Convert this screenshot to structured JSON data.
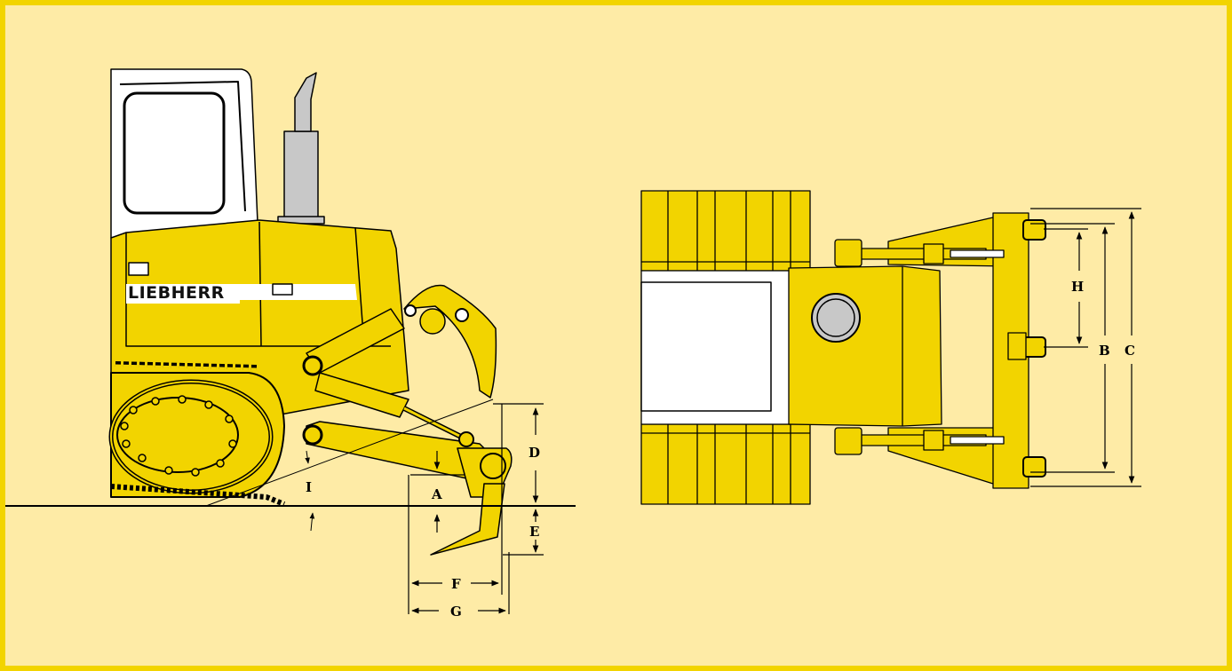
{
  "brand": {
    "text": "LIEBHERR"
  },
  "colors": {
    "background": "#feeba6",
    "border": "#f2d400",
    "machine": "#f2d400",
    "line": "#000000"
  },
  "dimension_labels": {
    "A": "A",
    "B": "B",
    "C": "C",
    "D": "D",
    "E": "E",
    "F": "F",
    "G": "G",
    "H": "H",
    "I": "I"
  }
}
